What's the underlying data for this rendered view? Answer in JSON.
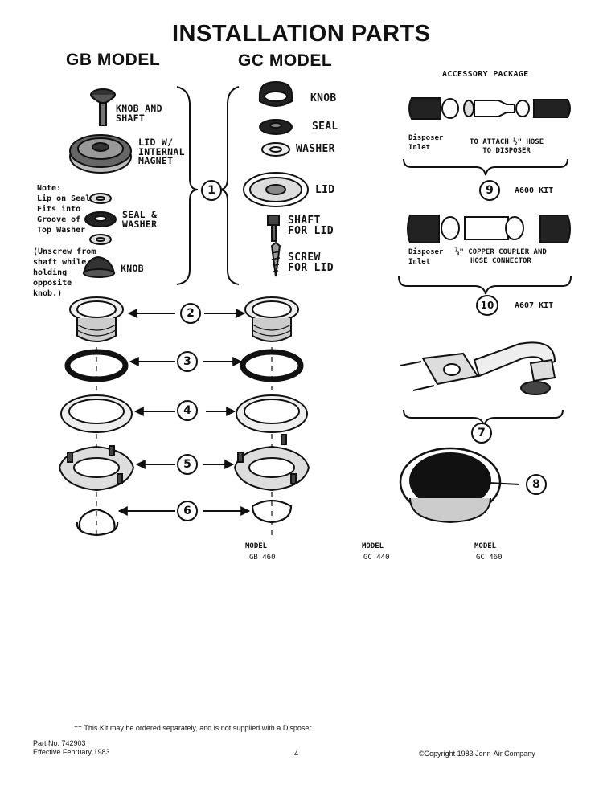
{
  "title": "INSTALLATION PARTS",
  "gb_heading": "GB MODEL",
  "gc_heading": "GC MODEL",
  "gb_labels": {
    "knob_and_shaft": "KNOB AND\nSHAFT",
    "lid_magnet": "LID W/\nINTERNAL\nMAGNET",
    "seal_washer": "SEAL &\nWASHER",
    "knob": "KNOB",
    "note": "Note:\nLip on Seal\nFits into\nGroove of\nTop Washer",
    "unscrew": "(Unscrew from\nshaft while\nholding\nopposite\nknob.)"
  },
  "gc_labels": {
    "knob": "KNOB",
    "seal": "SEAL",
    "washer": "WASHER",
    "lid": "LID",
    "shaft": "SHAFT\nFOR LID",
    "screw": "SCREW\nFOR LID"
  },
  "accessory": {
    "heading": "ACCESSORY PACKAGE",
    "k9_inlet": "Disposer\nInlet",
    "k9_desc": "TO ATTACH ½\" HOSE\nTO DISPOSER",
    "k9_kit": "A600 KIT",
    "k10_inlet": "Disposer\nInlet",
    "k10_desc": "⅞\" COPPER COUPLER AND\nHOSE CONNECTOR",
    "k10_kit": "A607 KIT"
  },
  "callouts": [
    "1",
    "2",
    "3",
    "4",
    "5",
    "6",
    "7",
    "8",
    "9",
    "10"
  ],
  "models": {
    "m1_label": "MODEL",
    "m1_value": "GB 460",
    "m2_label": "MODEL",
    "m2_value": "GC 440",
    "m3_label": "MODEL",
    "m3_value": "GC 460"
  },
  "footer": {
    "kit_note": "†† This Kit may be ordered separately, and is not supplied with a Disposer.",
    "part_no": "Part No. 742903",
    "effective": "Effective February 1983",
    "page": "4",
    "copyright": "©Copyright 1983 Jenn-Air Company"
  }
}
